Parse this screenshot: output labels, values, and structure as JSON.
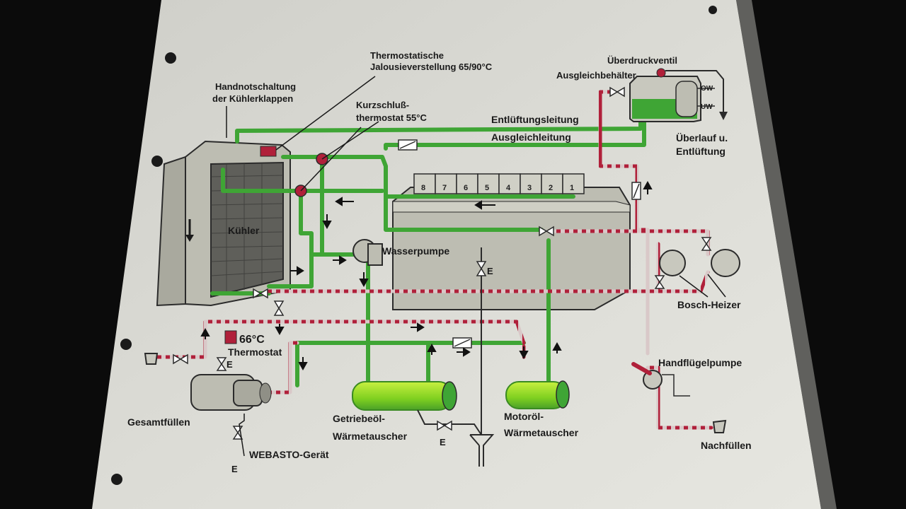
{
  "diagram": {
    "labels": {
      "thermostat_jalousie": [
        "Thermostatische",
        "Jalousieverstellung 65/90°C"
      ],
      "handnot": [
        "Handnotschaltung",
        "der Kühlerklappen"
      ],
      "kurzschluss": [
        "Kurzschluß-",
        "thermostat 55°C"
      ],
      "ueberdruckventil": "Überdruckventil",
      "ausgleichbehaelter": "Ausgleichbehälter",
      "ow": "OW",
      "uw": "UW",
      "entlueftungsleitung": "Entlüftungsleitung",
      "ausgleichleitung": "Ausgleichleitung",
      "ueberlauf": [
        "Überlauf u.",
        "Entlüftung"
      ],
      "kuehler": "Kühler",
      "wasserpumpe": "Wasserpumpe",
      "bosch_heizer": "Bosch-Heizer",
      "thermostat_66": "66°C",
      "thermostat": "Thermostat",
      "handfluegelpumpe": "Handflügelpumpe",
      "gesamtfuellen": "Gesamtfüllen",
      "getriebeoel": [
        "Getriebeöl-",
        "Wärmetauscher"
      ],
      "motoroel": [
        "Motoröl-",
        "Wärmetauscher"
      ],
      "webasto": "WEBASTO-Gerät",
      "nachfuellen": "Nachfüllen",
      "drain_e": "E"
    },
    "cylinders": [
      "8",
      "7",
      "6",
      "5",
      "4",
      "3",
      "2",
      "1"
    ],
    "colors": {
      "coolant_green": "#3fa535",
      "bright_green": "#aaee22",
      "hot_red": "#b0203a",
      "sheet": "#d8d8d2",
      "machine_gray": "#bdbdb2",
      "outline": "#2b2b2b"
    }
  }
}
